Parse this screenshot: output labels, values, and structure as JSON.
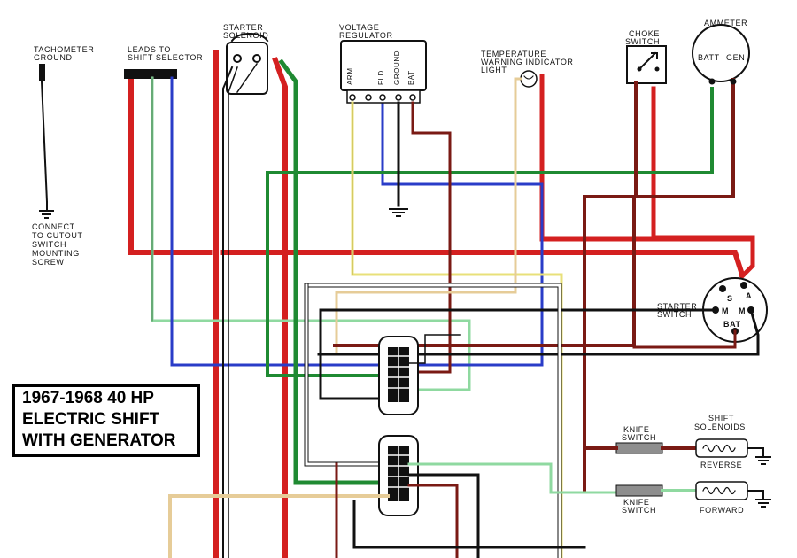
{
  "title": {
    "line1": "1967-1968 40 HP",
    "line2": "ELECTRIC SHIFT",
    "line3": "WITH GENERATOR"
  },
  "labels": {
    "tach_ground": [
      "TACHOMETER",
      "GROUND"
    ],
    "cutout_note": [
      "CONNECT",
      "TO CUTOUT",
      "SWITCH",
      "MOUNTING",
      "SCREW"
    ],
    "leads_shift": [
      "LEADS TO",
      "SHIFT SELECTOR"
    ],
    "starter_solenoid": [
      "STARTER",
      "SOLENOID"
    ],
    "voltage_regulator": [
      "VOLTAGE",
      "REGULATOR"
    ],
    "regulator_terminals": [
      "ARM",
      "FLD",
      "GROUND",
      "BAT"
    ],
    "temp_light": [
      "TEMPERATURE",
      "WARNING INDICATOR",
      "LIGHT"
    ],
    "choke_switch": [
      "CHOKE",
      "SWITCH"
    ],
    "ammeter": "AMMETER",
    "ammeter_batt": "BATT",
    "ammeter_gen": "GEN",
    "starter_switch": [
      "STARTER",
      "SWITCH"
    ],
    "starter_switch_terminals": [
      "S",
      "A",
      "M",
      "M",
      "BAT"
    ],
    "knife_switch": [
      "KNIFE",
      "SWITCH"
    ],
    "shift_solenoids": [
      "SHIFT",
      "SOLENOIDS"
    ],
    "reverse": "REVERSE",
    "forward": "FORWARD"
  },
  "wire_colors": {
    "red": "#d42020",
    "dark_red": "#7a1a14",
    "green": "#1f8a32",
    "light_green": "#8fd9a0",
    "blue": "#2a3cc8",
    "yellow": "#e8e07a",
    "tan": "#e6cc98",
    "black": "#141414",
    "white": "#ffffff"
  }
}
